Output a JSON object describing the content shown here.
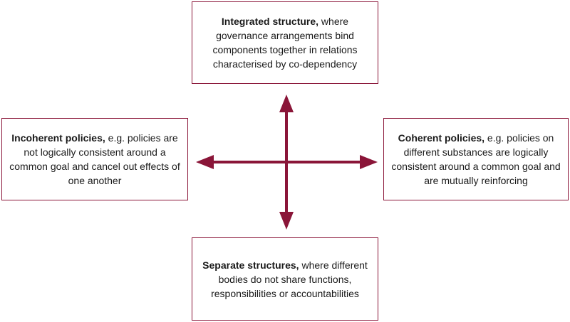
{
  "top": {
    "bold": "Integrated structure,",
    "text": " where governance arrangements bind components together in relations characterised by co-dependency"
  },
  "left": {
    "bold": "Incoherent policies,",
    "text": " e.g. policies are not logically consistent around a common goal and cancel out effects of one another"
  },
  "right": {
    "bold": "Coherent policies,",
    "text": " e.g. policies on different substances are logically consistent around a common goal and are mutually reinforcing"
  },
  "bottom": {
    "bold": "Separate structures,",
    "text": " where different bodies do not share functions, responsibilities or accountabilities"
  },
  "colors": {
    "accent": "#8a1538",
    "border": "#8a1538"
  }
}
